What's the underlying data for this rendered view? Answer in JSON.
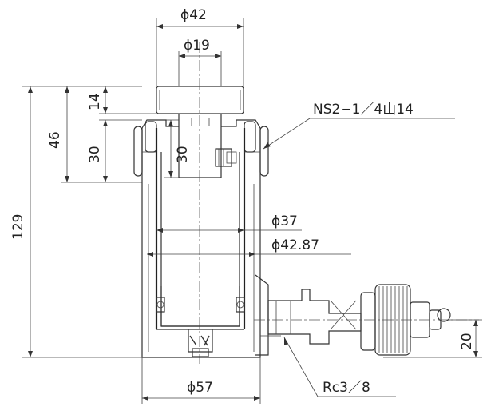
{
  "labels": {
    "dia_top": "ϕ42",
    "dia_rod": "ϕ19",
    "dim_14": "14",
    "dim_46": "46",
    "dim_30_left": "30",
    "dim_30_inner": "30",
    "dim_129": "129",
    "thread_ns": "NS2−1／4山14",
    "dia_37": "ϕ37",
    "dia_4287": "ϕ42.87",
    "dia_57": "ϕ57",
    "port_rc": "Rc3／8",
    "dim_20": "20"
  }
}
